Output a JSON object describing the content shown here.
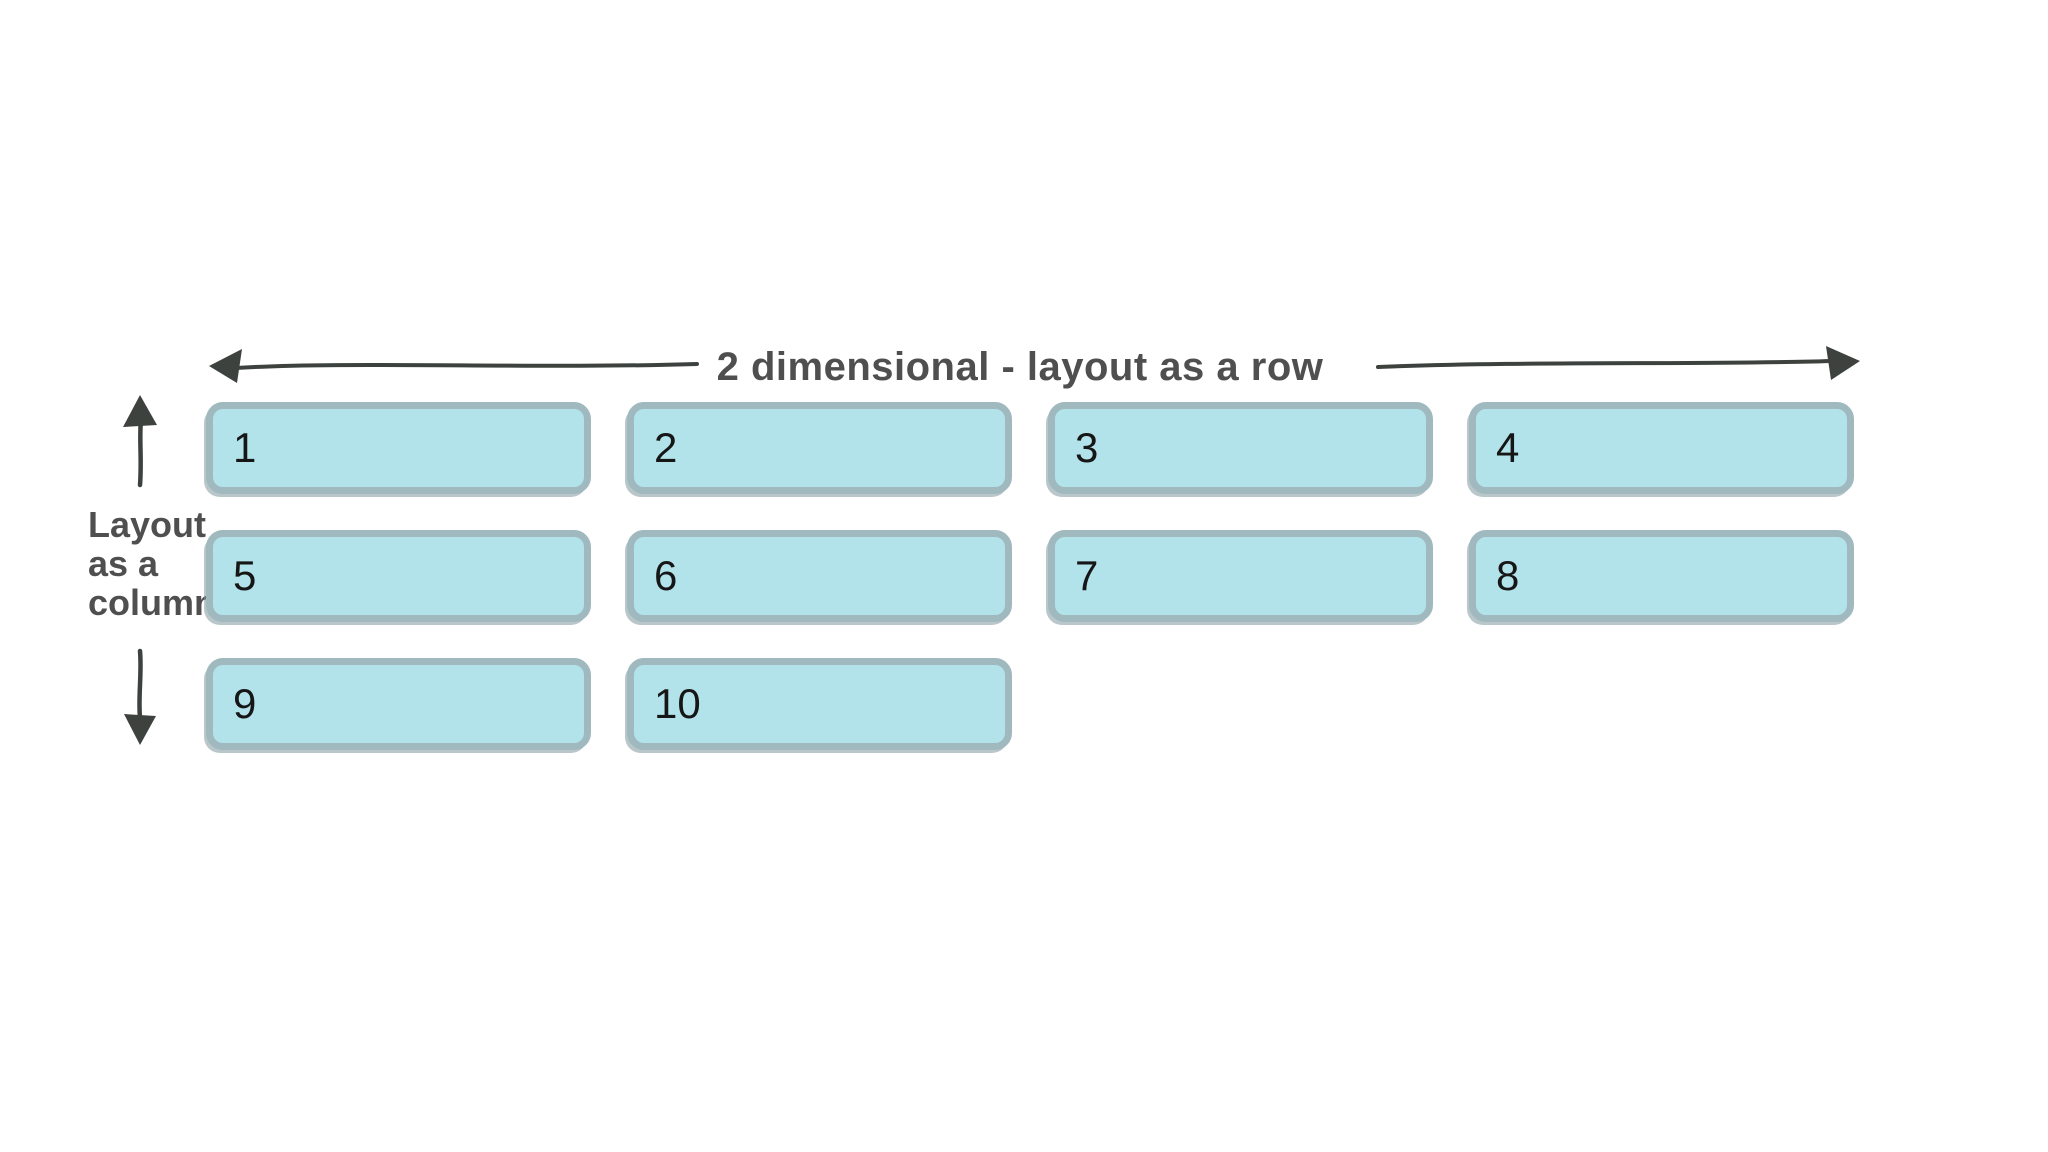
{
  "title": "2 dimensional - layout as a row",
  "column_label": {
    "lines": [
      "Layout",
      "as a",
      "column"
    ]
  },
  "grid": {
    "columns": 4,
    "items": [
      "1",
      "2",
      "3",
      "4",
      "5",
      "6",
      "7",
      "8",
      "9",
      "10"
    ]
  },
  "icons": {
    "row_arrow_left": "left-pointing-sketch-arrow",
    "row_arrow_right": "right-pointing-sketch-arrow",
    "column_arrow_up": "up-pointing-sketch-arrow",
    "column_arrow_down": "down-pointing-sketch-arrow"
  },
  "colors": {
    "background": "#ffffff",
    "box_fill": "#b2e3ea",
    "box_border": "#9fb9be",
    "heading_text": "#4f4f4f",
    "number_text": "#161616",
    "arrow": "#3d423f"
  }
}
